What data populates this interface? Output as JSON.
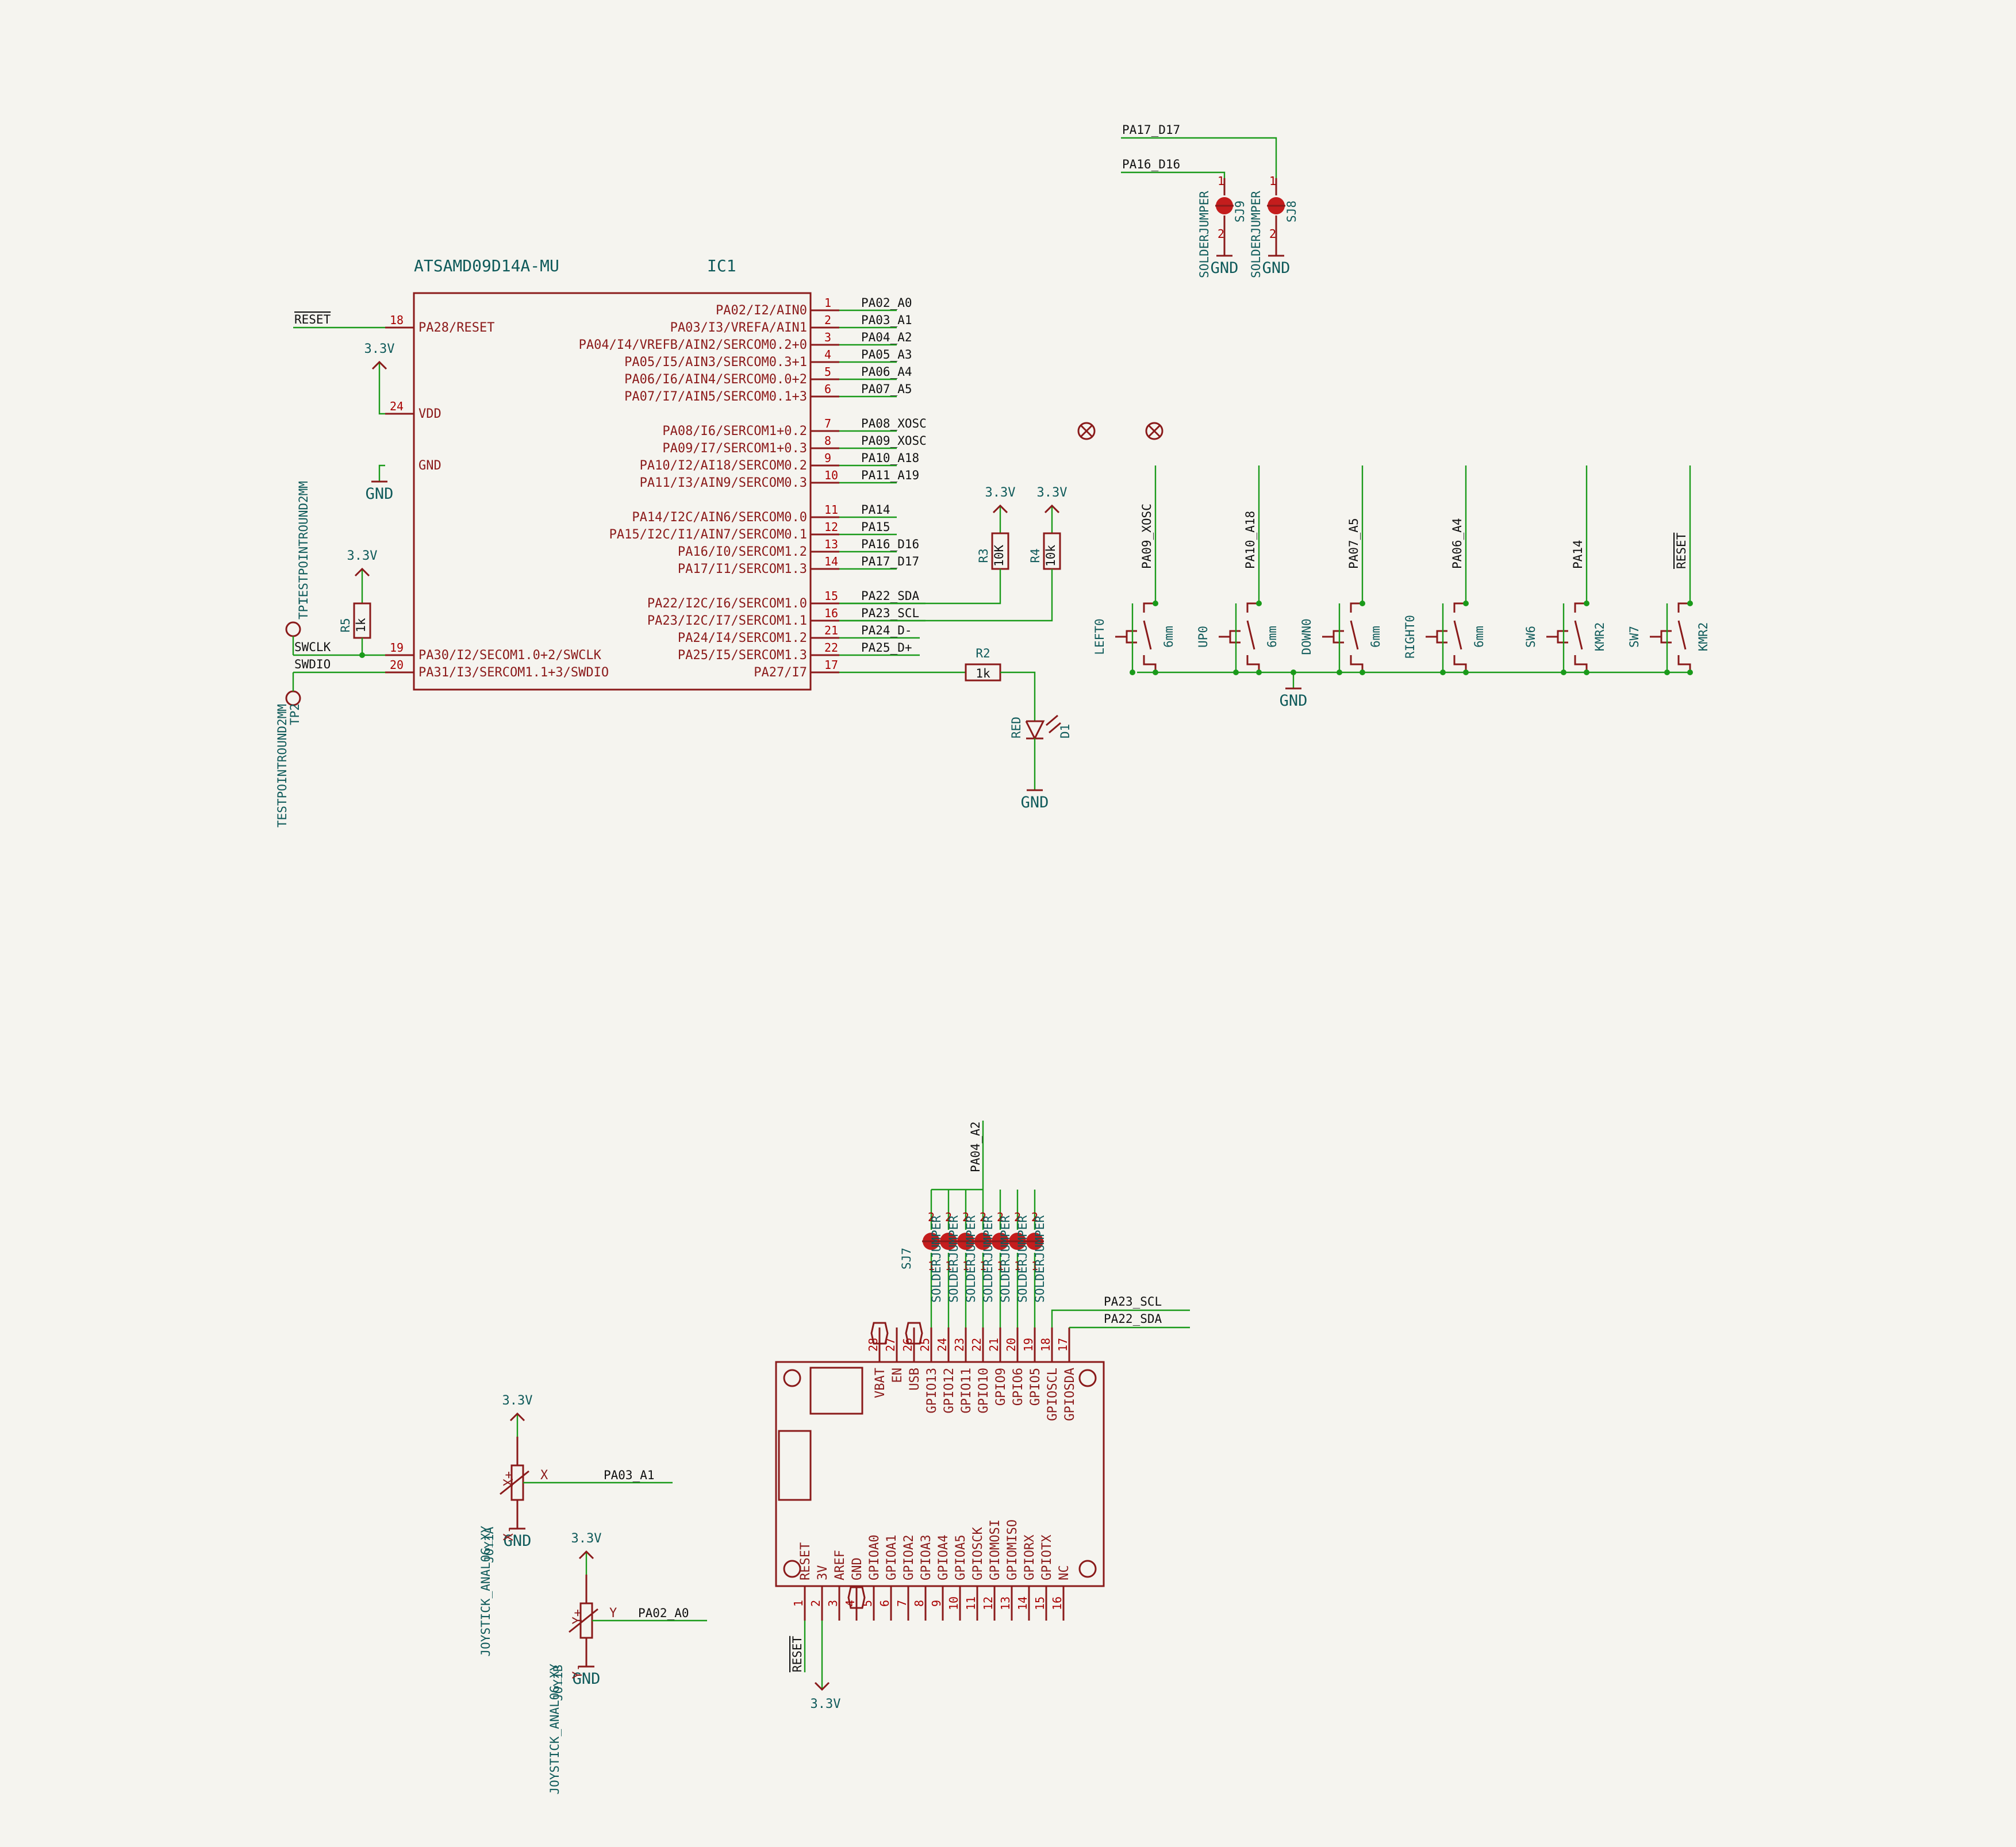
{
  "ic1": {
    "part": "ATSAMD09D14A-MU",
    "ref": "IC1",
    "left": [
      {
        "num": "18",
        "name": "PA28/RESET",
        "net": "RESET"
      },
      {
        "num": "24",
        "name": "VDD",
        "net": "3.3V"
      },
      {
        "num": "",
        "name": "GND",
        "net": "GND"
      },
      {
        "num": "19",
        "name": "PA30/I2/SECOM1.0+2/SWCLK",
        "net": "SWCLK"
      },
      {
        "num": "20",
        "name": "PA31/I3/SERCOM1.1+3/SWDIO",
        "net": "SWDIO"
      }
    ],
    "right": [
      {
        "num": "1",
        "name": "PA02/I2/AIN0",
        "net": "PA02_A0"
      },
      {
        "num": "2",
        "name": "PA03/I3/VREFA/AIN1",
        "net": "PA03_A1"
      },
      {
        "num": "3",
        "name": "PA04/I4/VREFB/AIN2/SERCOM0.2+0",
        "net": "PA04_A2"
      },
      {
        "num": "4",
        "name": "PA05/I5/AIN3/SERCOM0.3+1",
        "net": "PA05_A3"
      },
      {
        "num": "5",
        "name": "PA06/I6/AIN4/SERCOM0.0+2",
        "net": "PA06_A4"
      },
      {
        "num": "6",
        "name": "PA07/I7/AIN5/SERCOM0.1+3",
        "net": "PA07_A5"
      },
      {
        "num": "7",
        "name": "PA08/I6/SERCOM1+0.2",
        "net": "PA08_XOSC"
      },
      {
        "num": "8",
        "name": "PA09/I7/SERCOM1+0.3",
        "net": "PA09_XOSC"
      },
      {
        "num": "9",
        "name": "PA10/I2/AI18/SERCOM0.2",
        "net": "PA10_A18"
      },
      {
        "num": "10",
        "name": "PA11/I3/AIN9/SERCOM0.3",
        "net": "PA11_A19"
      },
      {
        "num": "11",
        "name": "PA14/I2C/AIN6/SERCOM0.0",
        "net": "PA14"
      },
      {
        "num": "12",
        "name": "PA15/I2C/I1/AIN7/SERCOM0.1",
        "net": "PA15"
      },
      {
        "num": "13",
        "name": "PA16/I0/SERCOM1.2",
        "net": "PA16_D16"
      },
      {
        "num": "14",
        "name": "PA17/I1/SERCOM1.3",
        "net": "PA17_D17"
      },
      {
        "num": "15",
        "name": "PA22/I2C/I6/SERCOM1.0",
        "net": "PA22_SDA"
      },
      {
        "num": "16",
        "name": "PA23/I2C/I7/SERCOM1.1",
        "net": "PA23_SCL"
      },
      {
        "num": "21",
        "name": "PA24/I4/SERCOM1.2",
        "net": "PA24_D-"
      },
      {
        "num": "22",
        "name": "PA25/I5/SERCOM1.3",
        "net": "PA25_D+"
      },
      {
        "num": "17",
        "name": "PA27/I7",
        "net": ""
      }
    ]
  },
  "power": {
    "v33": "3.3V",
    "gnd": "GND"
  },
  "resistors": {
    "r2": {
      "ref": "R2",
      "val": "1k"
    },
    "r3": {
      "ref": "R3",
      "val": "10K"
    },
    "r4": {
      "ref": "R4",
      "val": "10k"
    },
    "r5": {
      "ref": "R5",
      "val": "1k"
    }
  },
  "led": {
    "ref": "D1",
    "color": "RED"
  },
  "testpoints": {
    "tp1": {
      "ref": "TP1",
      "val": "TESTPOINTROUND2MM"
    },
    "tp2": {
      "ref": "TP2",
      "val": "TESTPOINTROUND2MM"
    }
  },
  "jumpers_top": [
    {
      "ref": "SJ9",
      "val": "SOLDERJUMPER",
      "net": "PA16_D16"
    },
    {
      "ref": "SJ8",
      "val": "SOLDERJUMPER",
      "net": "PA17_D17"
    }
  ],
  "buttons": [
    {
      "ref": "LEFT0",
      "val": "6mm",
      "net": "PA09_XOSC"
    },
    {
      "ref": "UP0",
      "val": "6mm",
      "net": "PA10_A18"
    },
    {
      "ref": "DOWN0",
      "val": "6mm",
      "net": "PA07_A5"
    },
    {
      "ref": "RIGHT0",
      "val": "6mm",
      "net": "PA06_A4"
    },
    {
      "ref": "SW6",
      "val": "KMR2",
      "net": "PA14"
    },
    {
      "ref": "SW7",
      "val": "KMR2",
      "net": "RESET"
    }
  ],
  "feather": {
    "top_pins": [
      {
        "num": "28",
        "name": "VBAT"
      },
      {
        "num": "27",
        "name": "EN"
      },
      {
        "num": "26",
        "name": "USB"
      },
      {
        "num": "25",
        "name": "GPIO13"
      },
      {
        "num": "24",
        "name": "GPIO12"
      },
      {
        "num": "23",
        "name": "GPIO11"
      },
      {
        "num": "22",
        "name": "GPIO10"
      },
      {
        "num": "21",
        "name": "GPIO9"
      },
      {
        "num": "20",
        "name": "GPIO6"
      },
      {
        "num": "19",
        "name": "GPIO5"
      },
      {
        "num": "18",
        "name": "GPIOSCL"
      },
      {
        "num": "17",
        "name": "GPIOSDA"
      }
    ],
    "bottom_pins": [
      {
        "num": "1",
        "name": "RESET"
      },
      {
        "num": "2",
        "name": "3V"
      },
      {
        "num": "3",
        "name": "AREF"
      },
      {
        "num": "4",
        "name": "GND"
      },
      {
        "num": "5",
        "name": "GPIOA0"
      },
      {
        "num": "6",
        "name": "GPIOA1"
      },
      {
        "num": "7",
        "name": "GPIOA2"
      },
      {
        "num": "8",
        "name": "GPIOA3"
      },
      {
        "num": "9",
        "name": "GPIOA4"
      },
      {
        "num": "10",
        "name": "GPIOA5"
      },
      {
        "num": "11",
        "name": "GPIOSCK"
      },
      {
        "num": "12",
        "name": "GPIOMOSI"
      },
      {
        "num": "13",
        "name": "GPIOMISO"
      },
      {
        "num": "14",
        "name": "GPIORX"
      },
      {
        "num": "15",
        "name": "GPIOTX"
      },
      {
        "num": "16",
        "name": "NC"
      }
    ],
    "scl_net": "PA23_SCL",
    "sda_net": "PA22_SDA",
    "reset_net": "RESET",
    "v33": "3.3V"
  },
  "jumpers_bottom": {
    "ref": "SJ7",
    "val": "SOLDERJUMPER",
    "count": 7,
    "net": "PA04_A2"
  },
  "joystick": [
    {
      "ref": "JOY1A",
      "val": "JOYSTICK_ANALOG_XY",
      "axis": "X",
      "plus": "X+",
      "minus": "X-",
      "net": "PA03_A1"
    },
    {
      "ref": "JOY1B",
      "val": "JOYSTICK_ANALOG_XY",
      "axis": "Y",
      "plus": "Y+",
      "minus": "Y-",
      "net": "PA02_A0"
    }
  ]
}
